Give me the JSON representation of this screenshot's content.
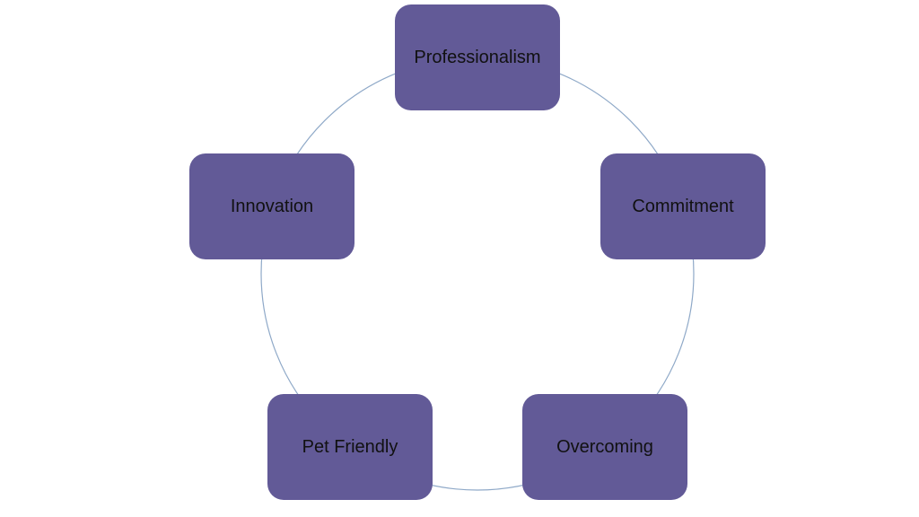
{
  "diagram": {
    "type": "cycle",
    "colors": {
      "node_fill": "#625a97",
      "ring": "#8fa9c8",
      "text": "#111111"
    },
    "nodes": [
      {
        "label": "Professionalism"
      },
      {
        "label": "Commitment"
      },
      {
        "label": "Overcoming"
      },
      {
        "label": "Pet Friendly"
      },
      {
        "label": "Innovation"
      }
    ]
  }
}
